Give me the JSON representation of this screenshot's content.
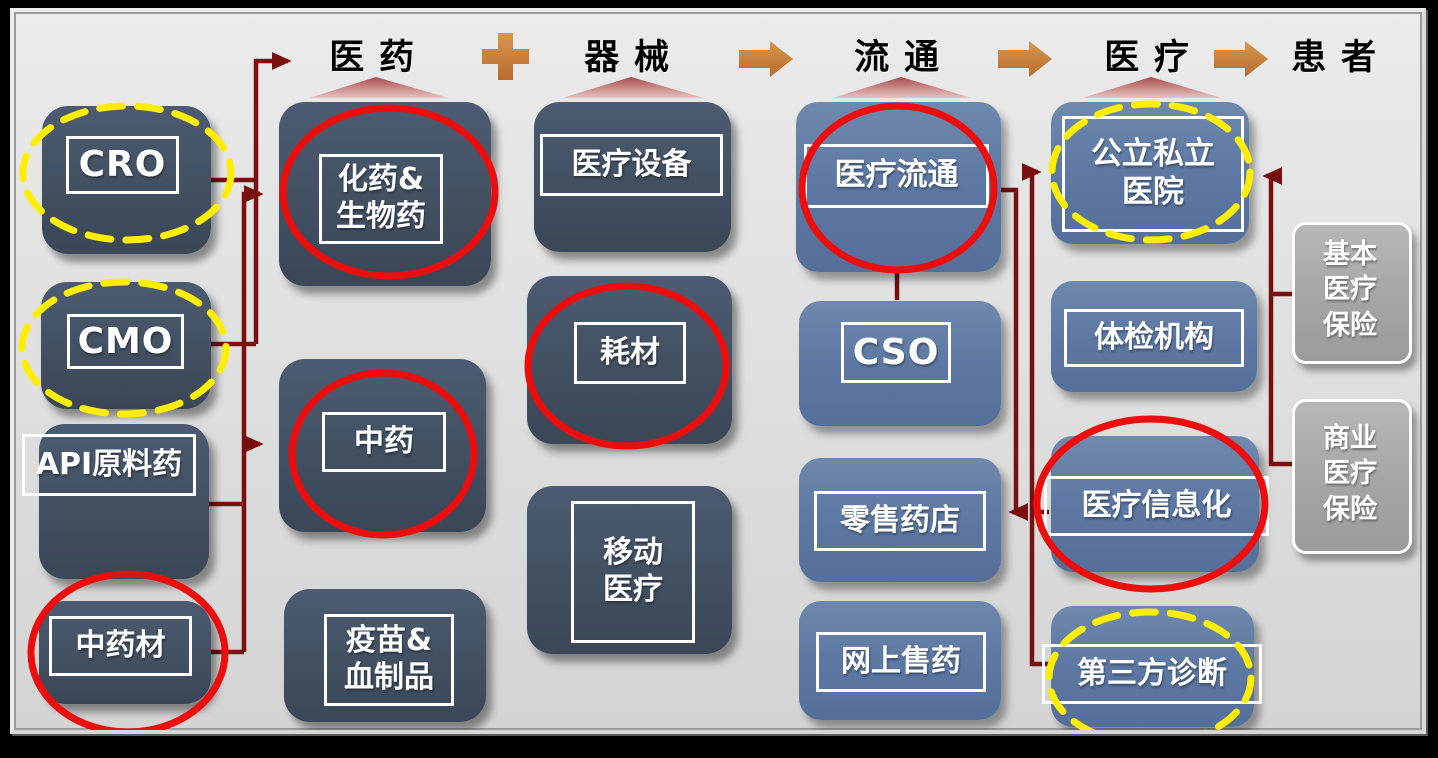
{
  "header": {
    "stages": [
      {
        "label": "医药"
      },
      {
        "label": "器械"
      },
      {
        "label": "流通"
      },
      {
        "label": "医疗"
      },
      {
        "label": "患者"
      }
    ],
    "separators": [
      "plus",
      "arrow",
      "arrow",
      "arrow"
    ]
  },
  "nodes": {
    "cro": {
      "label": "CRO",
      "highlight": "yellow-dashed-circle"
    },
    "cmo": {
      "label": "CMO",
      "highlight": "yellow-dashed-circle"
    },
    "api": {
      "label": "API原料药",
      "highlight": "none"
    },
    "zhongyaocai": {
      "label": "中药材",
      "highlight": "red-circle"
    },
    "huayao": {
      "label": "化药&\n生物药",
      "highlight": "red-circle"
    },
    "zhongyao": {
      "label": "中药",
      "highlight": "red-circle"
    },
    "yimiao": {
      "label": "疫苗&\n血制品",
      "highlight": "none"
    },
    "shebei": {
      "label": "医疗设备",
      "highlight": "none"
    },
    "haocai": {
      "label": "耗材",
      "highlight": "red-circle"
    },
    "yidong": {
      "label": "移动\n医疗",
      "highlight": "none"
    },
    "liutong": {
      "label": "医疗流通",
      "highlight": "red-circle"
    },
    "cso": {
      "label": "CSO",
      "highlight": "none"
    },
    "lingshou": {
      "label": "零售药店",
      "highlight": "none"
    },
    "wangshang": {
      "label": "网上售药",
      "highlight": "none"
    },
    "gongli": {
      "label": "公立私立\n医院",
      "highlight": "yellow-dashed-circle"
    },
    "tijian": {
      "label": "体检机构",
      "highlight": "none"
    },
    "xinxihua": {
      "label": "医疗信息化",
      "highlight": "red-circle"
    },
    "disanfang": {
      "label": "第三方诊断",
      "highlight": "yellow-dashed-circle"
    },
    "jiben": {
      "label": "基本\n医疗\n保险",
      "highlight": "none"
    },
    "shangye": {
      "label": "商业\n医疗\n保险",
      "highlight": "none"
    }
  },
  "connections": [
    {
      "from": "CRO + CMO",
      "to": "医药"
    },
    {
      "from": "API原料药 + 中药材",
      "to": "化药&生物药 / 中药"
    },
    {
      "from": "医疗流通",
      "to": "CSO"
    },
    {
      "from": "医疗流通",
      "to": "零售药店"
    },
    {
      "from": "医疗信息化 + 第三方诊断",
      "to": "公立私立医院"
    },
    {
      "from": "基本医疗保险 + 商业医疗保险",
      "to": "公立私立医院"
    }
  ],
  "colors": {
    "dark_box": "#42506a",
    "blue_box": "#5b77a2",
    "gray_box": "#a6a6a6",
    "red_highlight": "#ee0d0d",
    "yellow_highlight": "#ffee00",
    "connector_dark_red": "#7a0f0f",
    "orange_accent": "#c97c3c",
    "header_text": "#000000"
  }
}
